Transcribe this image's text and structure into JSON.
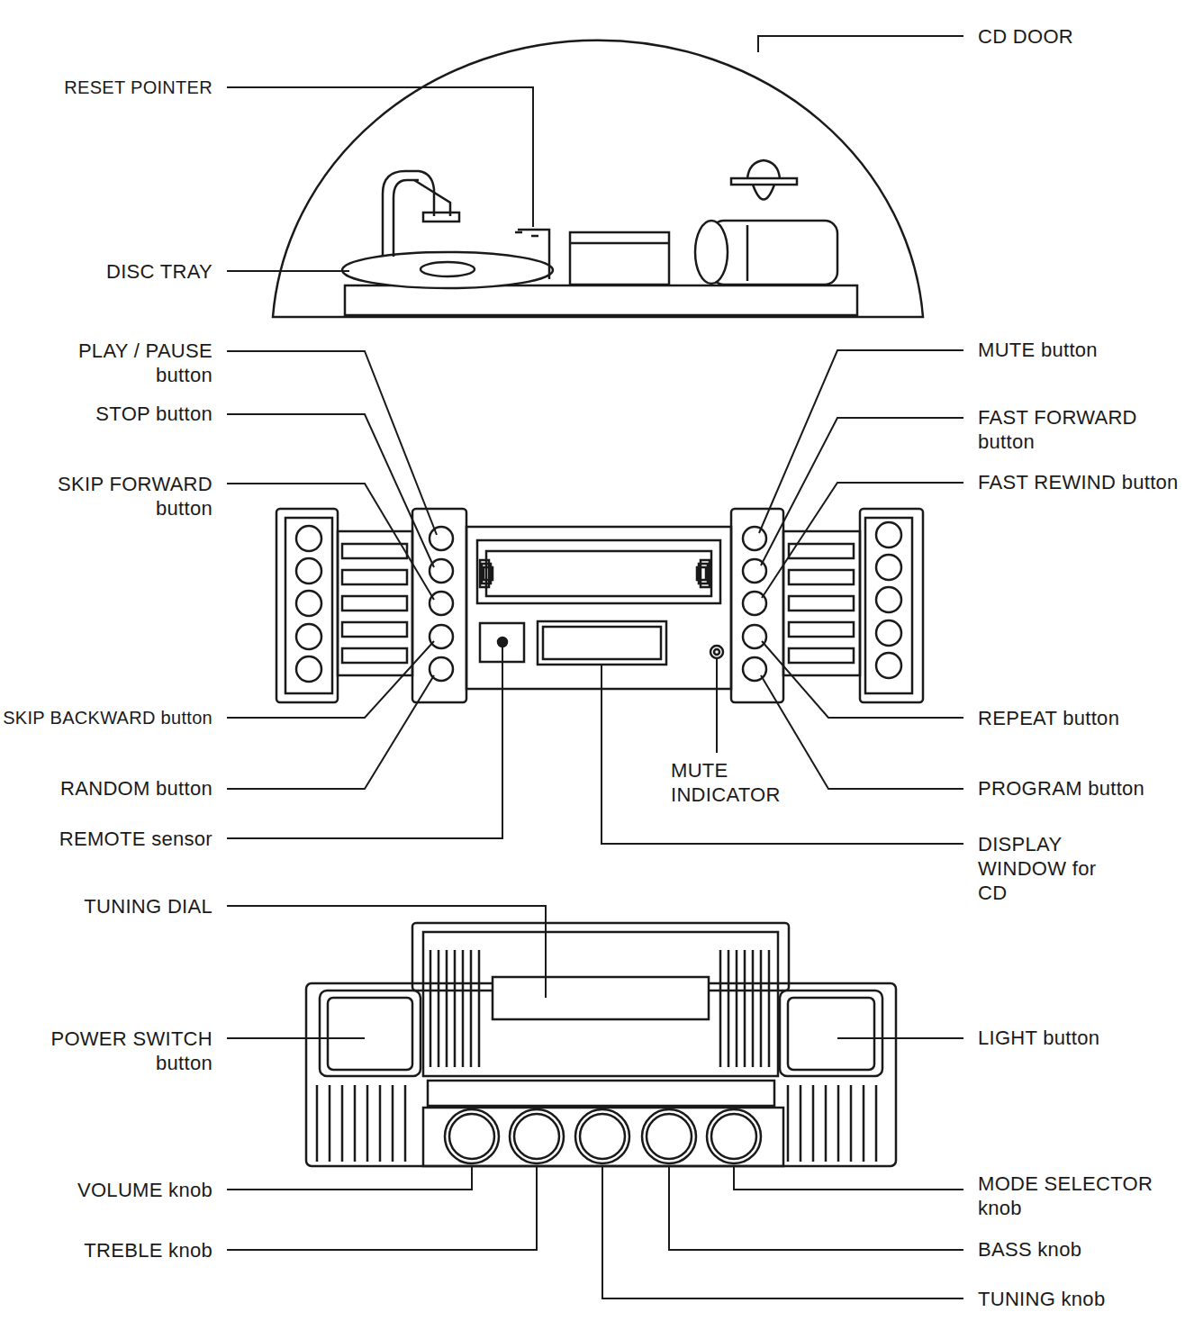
{
  "diagram": {
    "labels": [
      "CD DOOR",
      "RESET POINTER",
      "DISC TRAY",
      "PLAY / PAUSE button",
      "STOP button",
      "SKIP FORWARD button",
      "SKIP BACKWARD button",
      "RANDOM button",
      "REMOTE sensor",
      "MUTE button",
      "FAST FORWARD button",
      "FAST REWIND button",
      "REPEAT button",
      "PROGRAM button",
      "MUTE INDICATOR",
      "DISPLAY WINDOW for CD",
      "TUNING DIAL",
      "POWER SWITCH button",
      "LIGHT button",
      "VOLUME knob",
      "TREBLE knob",
      "MODE SELECTOR knob",
      "BASS knob",
      "TUNING knob"
    ]
  }
}
